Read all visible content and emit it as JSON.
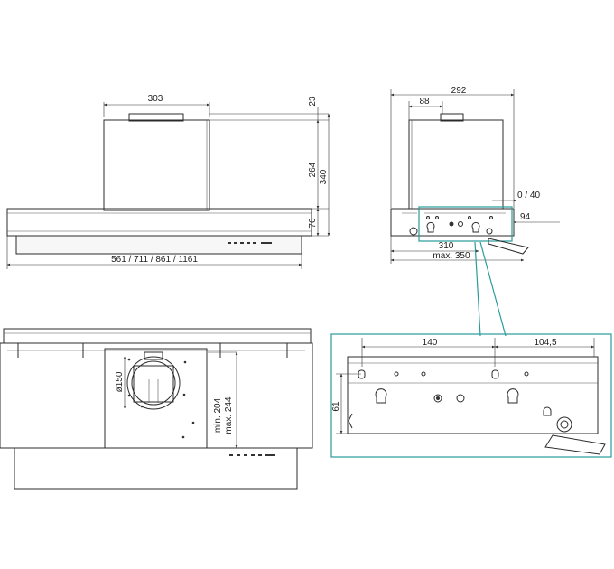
{
  "front_view": {
    "dim_chimney_width": "303",
    "dim_top": "23",
    "dim_body": "264",
    "dim_total_height": "340",
    "dim_canopy": "76",
    "dim_widths": "561 / 711 / 861 / 1161"
  },
  "side_view": {
    "dim_depth": "292",
    "dim_offset": "88",
    "dim_adjust": "0 / 40",
    "dim_94": "94",
    "dim_310": "310",
    "dim_max": "max. 350"
  },
  "bottom_view": {
    "dim_diameter": "ø150",
    "dim_min": "min. 204",
    "dim_max": "max. 244"
  },
  "detail_view": {
    "dim_140": "140",
    "dim_104": "104,5",
    "dim_61": "61"
  },
  "colors": {
    "line": "#2b2b2b",
    "highlight": "#2a9a9a"
  }
}
